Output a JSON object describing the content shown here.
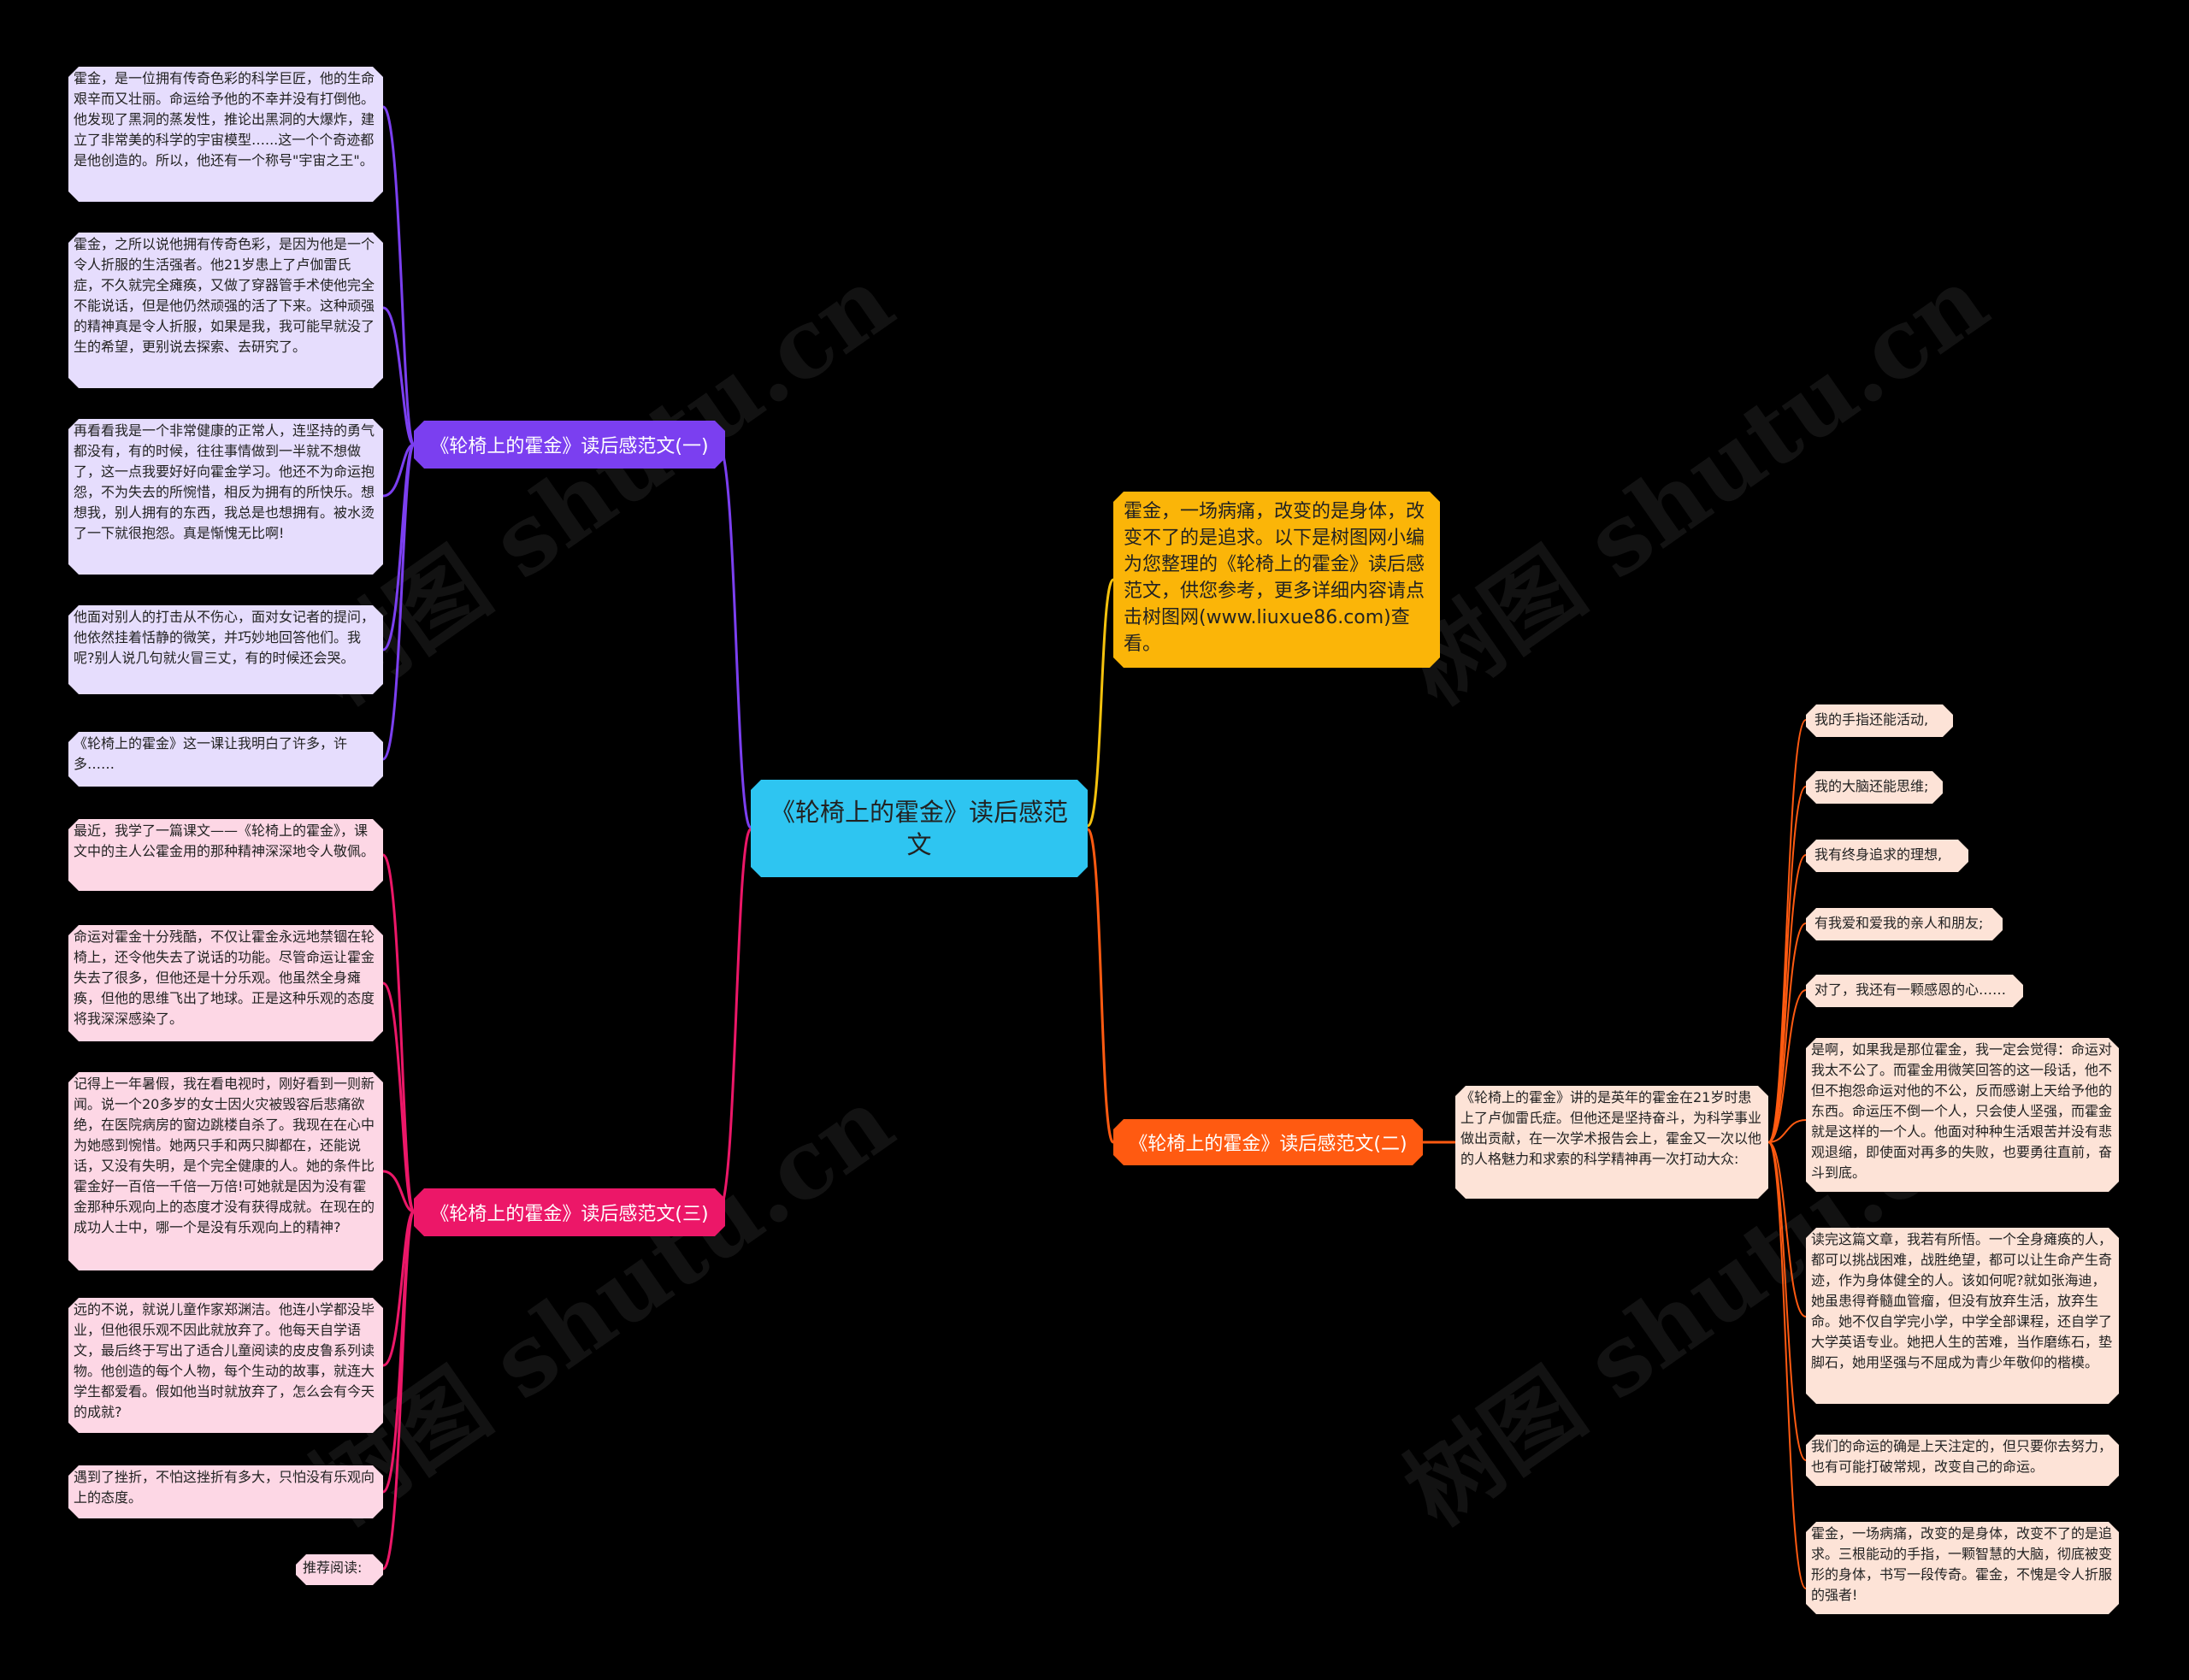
{
  "colors": {
    "root": "#2ec5f1",
    "branch1": "#7b3ff0",
    "branch2": "#ff5a11",
    "branch3": "#ec1768",
    "intro": "#fbb508",
    "link_intro": "#f4c20d"
  },
  "watermark": "树图 shutu.cn",
  "root": {
    "label": "《轮椅上的霍金》读后感范文"
  },
  "intro": {
    "text": "霍金，一场病痛，改变的是身体，改变不了的是追求。以下是树图网小编为您整理的《轮椅上的霍金》读后感范文，供您参考，更多详细内容请点击树图网(www.liuxue86.com)查看。"
  },
  "branch1": {
    "label": "《轮椅上的霍金》读后感范文(一)",
    "items": [
      "霍金，是一位拥有传奇色彩的科学巨匠，他的生命艰辛而又壮丽。命运给予他的不幸并没有打倒他。他发现了黑洞的蒸发性，推论出黑洞的大爆炸，建立了非常美的科学的宇宙模型…...这一个个奇迹都是他创造的。所以，他还有一个称号\"宇宙之王\"。",
      "霍金，之所以说他拥有传奇色彩，是因为他是一个令人折服的生活强者。他21岁患上了卢伽雷氏症，不久就完全瘫痪，又做了穿器管手术使他完全不能说话，但是他仍然顽强的活了下来。这种顽强的精神真是令人折服，如果是我，我可能早就没了生的希望，更别说去探索、去研究了。",
      "再看看我是一个非常健康的正常人，连坚持的勇气都没有，有的时候，往往事情做到一半就不想做了，这一点我要好好向霍金学习。他还不为命运抱怨，不为失去的所惋惜，相反为拥有的所快乐。想想我，别人拥有的东西，我总是也想拥有。被水烫了一下就很抱怨。真是惭愧无比啊!",
      "他面对别人的打击从不伤心，面对女记者的提问，他依然挂着恬静的微笑，并巧妙地回答他们。我呢?别人说几句就火冒三丈，有的时候还会哭。",
      "《轮椅上的霍金》这一课让我明白了许多，许多……"
    ]
  },
  "branch2": {
    "label": "《轮椅上的霍金》读后感范文(二)",
    "summary": "《轮椅上的霍金》讲的是英年的霍金在21岁时患上了卢伽雷氏症。但他还是坚持奋斗，为科学事业做出贡献，在一次学术报告会上，霍金又一次以他的人格魅力和求索的科学精神再一次打动大众:",
    "items": [
      "我的手指还能活动,",
      "我的大脑还能思维;",
      "我有终身追求的理想,",
      "有我爱和爱我的亲人和朋友;",
      "对了，我还有一颗感恩的心……",
      "是啊，如果我是那位霍金，我一定会觉得：命运对我太不公了。而霍金用微笑回答的这一段话，他不但不抱怨命运对他的不公，反而感谢上天给予他的东西。命运压不倒一个人，只会使人坚强，而霍金就是这样的一个人。他面对种种生活艰苦并没有悲观退缩，即使面对再多的失败，也要勇往直前，奋斗到底。",
      "读完这篇文章，我若有所悟。一个全身瘫痪的人，都可以挑战困难，战胜绝望，都可以让生命产生奇迹，作为身体健全的人。该如何呢?就如张海迪，她虽患得脊髓血管瘤，但没有放弃生活，放弃生命。她不仅自学完小学，中学全部课程，还自学了大学英语专业。她把人生的苦难，当作磨练石，垫脚石，她用坚强与不屈成为青少年敬仰的楷模。",
      "我们的命运的确是上天注定的，但只要你去努力，也有可能打破常规，改变自己的命运。",
      "霍金，一场病痛，改变的是身体，改变不了的是追求。三根能动的手指，一颗智慧的大脑，彻底被变形的身体，书写一段传奇。霍金，不愧是令人折服的强者!"
    ]
  },
  "branch3": {
    "label": "《轮椅上的霍金》读后感范文(三)",
    "items": [
      "最近，我学了一篇课文——《轮椅上的霍金》，课文中的主人公霍金用的那种精神深深地令人敬佩。",
      "命运对霍金十分残酷，不仅让霍金永远地禁锢在轮椅上，还令他失去了说话的功能。尽管命运让霍金失去了很多，但他还是十分乐观。他虽然全身瘫痪，但他的思维飞出了地球。正是这种乐观的态度将我深深感染了。",
      "记得上一年暑假，我在看电视时，刚好看到一则新闻。说一个20多岁的女士因火灾被毁容后悲痛欲绝，在医院病房的窗边跳楼自杀了。我现在在心中为她感到惋惜。她两只手和两只脚都在，还能说话，又没有失明，是个完全健康的人。她的条件比霍金好一百倍一千倍一万倍!可她就是因为没有霍金那种乐观向上的态度才没有获得成就。在现在的成功人士中，哪一个是没有乐观向上的精神?",
      "远的不说，就说儿童作家郑渊洁。他连小学都没毕业，但他很乐观不因此就放弃了。他每天自学语文，最后终于写出了适合儿童阅读的皮皮鲁系列读物。他创造的每个人物，每个生动的故事，就连大学生都爱看。假如他当时就放弃了，怎么会有今天的成就?",
      "遇到了挫折，不怕这挫折有多大，只怕没有乐观向上的态度。",
      "推荐阅读:"
    ]
  }
}
